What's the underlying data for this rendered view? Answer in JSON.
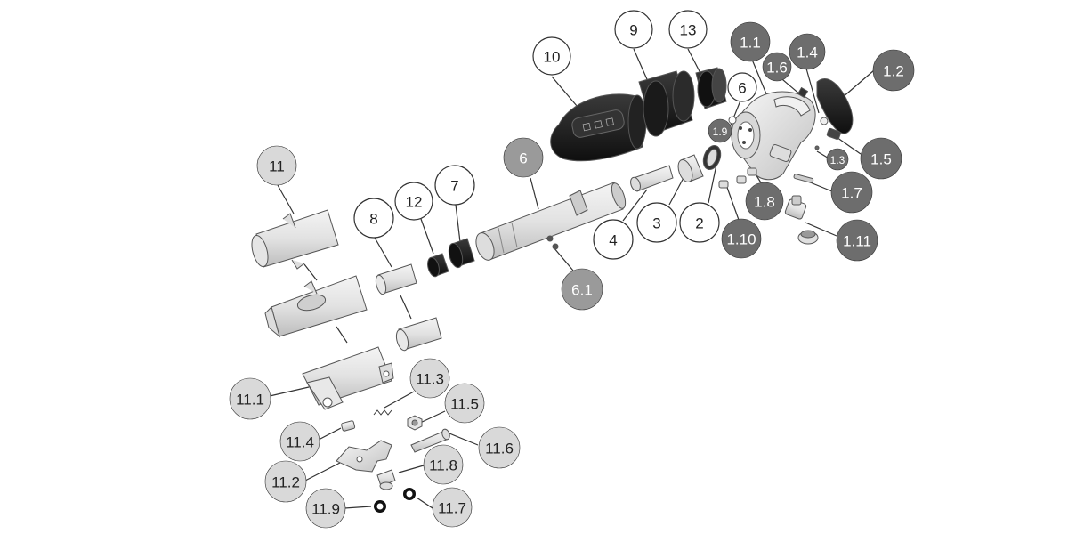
{
  "callouts": [
    {
      "id": "c-10",
      "text": "10",
      "style": "white"
    },
    {
      "id": "c-9",
      "text": "9",
      "style": "white"
    },
    {
      "id": "c-13",
      "text": "13",
      "style": "white"
    },
    {
      "id": "c-1-1",
      "text": "1.1",
      "style": "dark"
    },
    {
      "id": "c-1-6",
      "text": "1.6",
      "style": "dark"
    },
    {
      "id": "c-1-4",
      "text": "1.4",
      "style": "dark"
    },
    {
      "id": "c-1-2",
      "text": "1.2",
      "style": "dark"
    },
    {
      "id": "c-6-top",
      "text": "6",
      "style": "white"
    },
    {
      "id": "c-1-9",
      "text": "1.9",
      "style": "dark"
    },
    {
      "id": "c-1-5",
      "text": "1.5",
      "style": "dark"
    },
    {
      "id": "c-1-3",
      "text": "1.3",
      "style": "dark"
    },
    {
      "id": "c-1-7",
      "text": "1.7",
      "style": "dark"
    },
    {
      "id": "c-1-8",
      "text": "1.8",
      "style": "dark"
    },
    {
      "id": "c-1-10",
      "text": "1.10",
      "style": "dark"
    },
    {
      "id": "c-1-11",
      "text": "1.11",
      "style": "dark"
    },
    {
      "id": "c-6-mid",
      "text": "6",
      "style": "mid"
    },
    {
      "id": "c-6-1",
      "text": "6.1",
      "style": "mid"
    },
    {
      "id": "c-4",
      "text": "4",
      "style": "white"
    },
    {
      "id": "c-3",
      "text": "3",
      "style": "white"
    },
    {
      "id": "c-2",
      "text": "2",
      "style": "white"
    },
    {
      "id": "c-12",
      "text": "12",
      "style": "white"
    },
    {
      "id": "c-7",
      "text": "7",
      "style": "white"
    },
    {
      "id": "c-8",
      "text": "8",
      "style": "white"
    },
    {
      "id": "c-11",
      "text": "11",
      "style": "light"
    },
    {
      "id": "c-11-1",
      "text": "11.1",
      "style": "light"
    },
    {
      "id": "c-11-3",
      "text": "11.3",
      "style": "light"
    },
    {
      "id": "c-11-5",
      "text": "11.5",
      "style": "light"
    },
    {
      "id": "c-11-4",
      "text": "11.4",
      "style": "light"
    },
    {
      "id": "c-11-6",
      "text": "11.6",
      "style": "light"
    },
    {
      "id": "c-11-2",
      "text": "11.2",
      "style": "light"
    },
    {
      "id": "c-11-8",
      "text": "11.8",
      "style": "light"
    },
    {
      "id": "c-11-9",
      "text": "11.9",
      "style": "light"
    },
    {
      "id": "c-11-7",
      "text": "11.7",
      "style": "light"
    }
  ],
  "palette": {
    "white_fill": "#ffffff",
    "dark_fill": "#6d6d6d",
    "mid_fill": "#9a9a9a",
    "light_fill": "#d9d9d9",
    "stroke": "#333333",
    "part_dark": "#1a1a1a",
    "part_metal": "#e8e8e8"
  }
}
